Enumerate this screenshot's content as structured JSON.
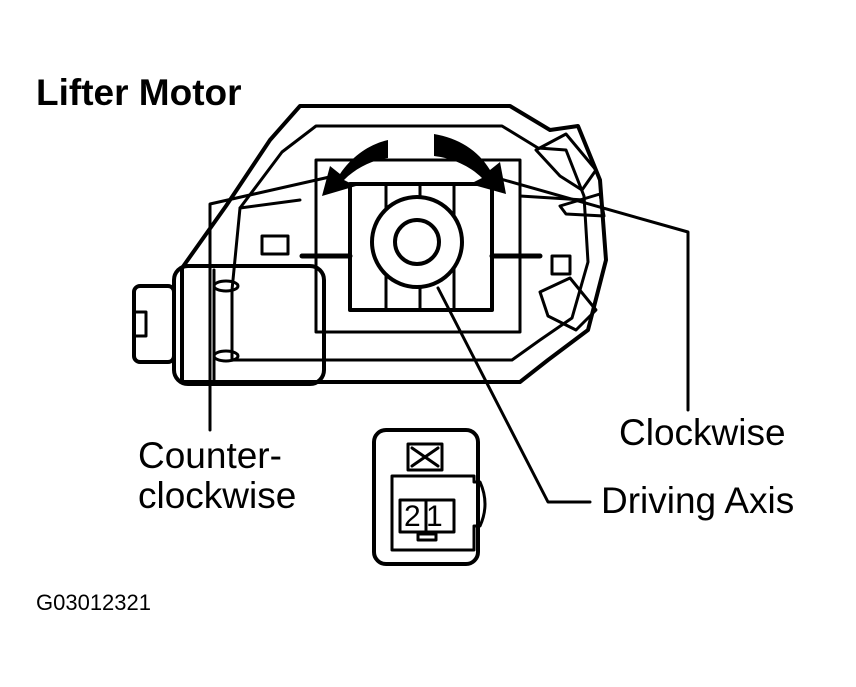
{
  "title": "Lifter Motor",
  "labels": {
    "clockwise": "Clockwise",
    "counterclockwise_line1": "Counter-",
    "counterclockwise_line2": "clockwise",
    "driving_axis": "Driving Axis"
  },
  "connector": {
    "pin_left": "2",
    "pin_right": "1"
  },
  "figure_id": "G03012321"
}
